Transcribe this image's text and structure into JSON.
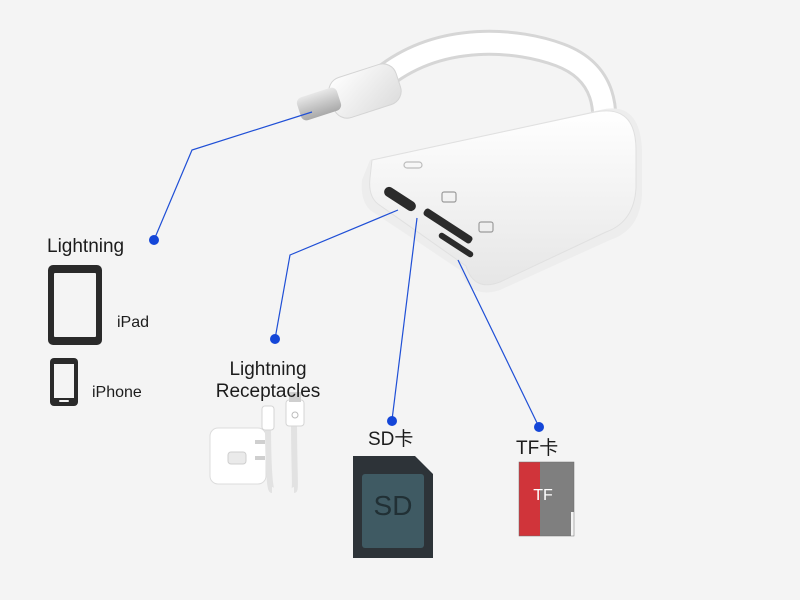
{
  "labels": {
    "lightning": "Lightning",
    "ipad": "iPad",
    "iphone": "iPhone",
    "receptacles_line1": "Lightning",
    "receptacles_line2": "Receptacles",
    "sd": "SD卡",
    "tf": "TF卡"
  },
  "cards": {
    "sd_text": "SD",
    "tf_text": "TF"
  },
  "colors": {
    "pointer_line": "#1f4fd6",
    "pointer_dot": "#1446d8",
    "sd_card_body": "#2d3338",
    "sd_card_label": "#3f5a63",
    "tf_card_red": "#d0343a",
    "tf_card_gray": "#7f7f7f",
    "device_outline": "#2a2a2a"
  }
}
